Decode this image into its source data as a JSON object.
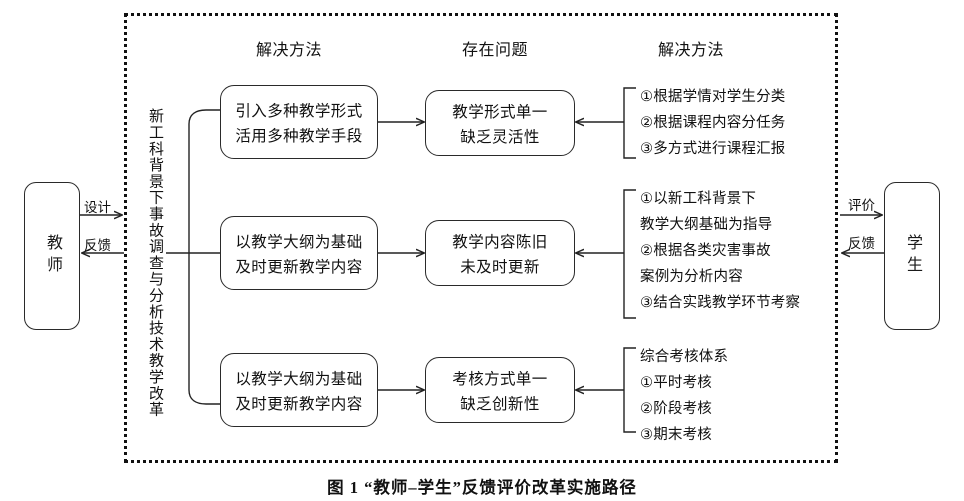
{
  "figure": {
    "caption": "图 1  “教师–学生”反馈评价改革实施路径"
  },
  "actors": {
    "left": {
      "label": "教师",
      "name": "teacher"
    },
    "right": {
      "label": "学生",
      "name": "student"
    }
  },
  "edge_labels": {
    "teacher_to_system": "设计",
    "system_to_teacher": "反馈",
    "system_to_student": "评价",
    "student_to_system": "反馈"
  },
  "spine": {
    "label": "新工科背景下事故调查与分析技术教学改革"
  },
  "headers": [
    {
      "label": "解决方法",
      "column": "method-left"
    },
    {
      "label": "存在问题",
      "column": "problem"
    },
    {
      "label": "解决方法",
      "column": "method-right"
    }
  ],
  "rows": [
    {
      "id": "row-1",
      "method": {
        "lines": [
          "引入多种教学形式",
          "活用多种教学手段"
        ]
      },
      "problem": {
        "lines": [
          "教学形式单一",
          "缺乏灵活性"
        ]
      },
      "solutions": [
        "①根据学情对学生分类",
        "②根据课程内容分任务",
        "③多方式进行课程汇报"
      ]
    },
    {
      "id": "row-2",
      "method": {
        "lines": [
          "以教学大纲为基础",
          "及时更新教学内容"
        ]
      },
      "problem": {
        "lines": [
          "教学内容陈旧",
          "未及时更新"
        ]
      },
      "solutions": [
        "①以新工科背景下",
        "教学大纲基础为指导",
        "②根据各类灾害事故",
        "案例为分析内容",
        "③结合实践教学环节考察"
      ]
    },
    {
      "id": "row-3",
      "method": {
        "lines": [
          "以教学大纲为基础",
          "及时更新教学内容"
        ]
      },
      "problem": {
        "lines": [
          "考核方式单一",
          "缺乏创新性"
        ]
      },
      "solutions": [
        "综合考核体系",
        "①平时考核",
        "②阶段考核",
        "③期末考核"
      ]
    }
  ],
  "colors": {
    "stroke": "#2a2a2a",
    "text": "#111111",
    "background": "#ffffff"
  }
}
